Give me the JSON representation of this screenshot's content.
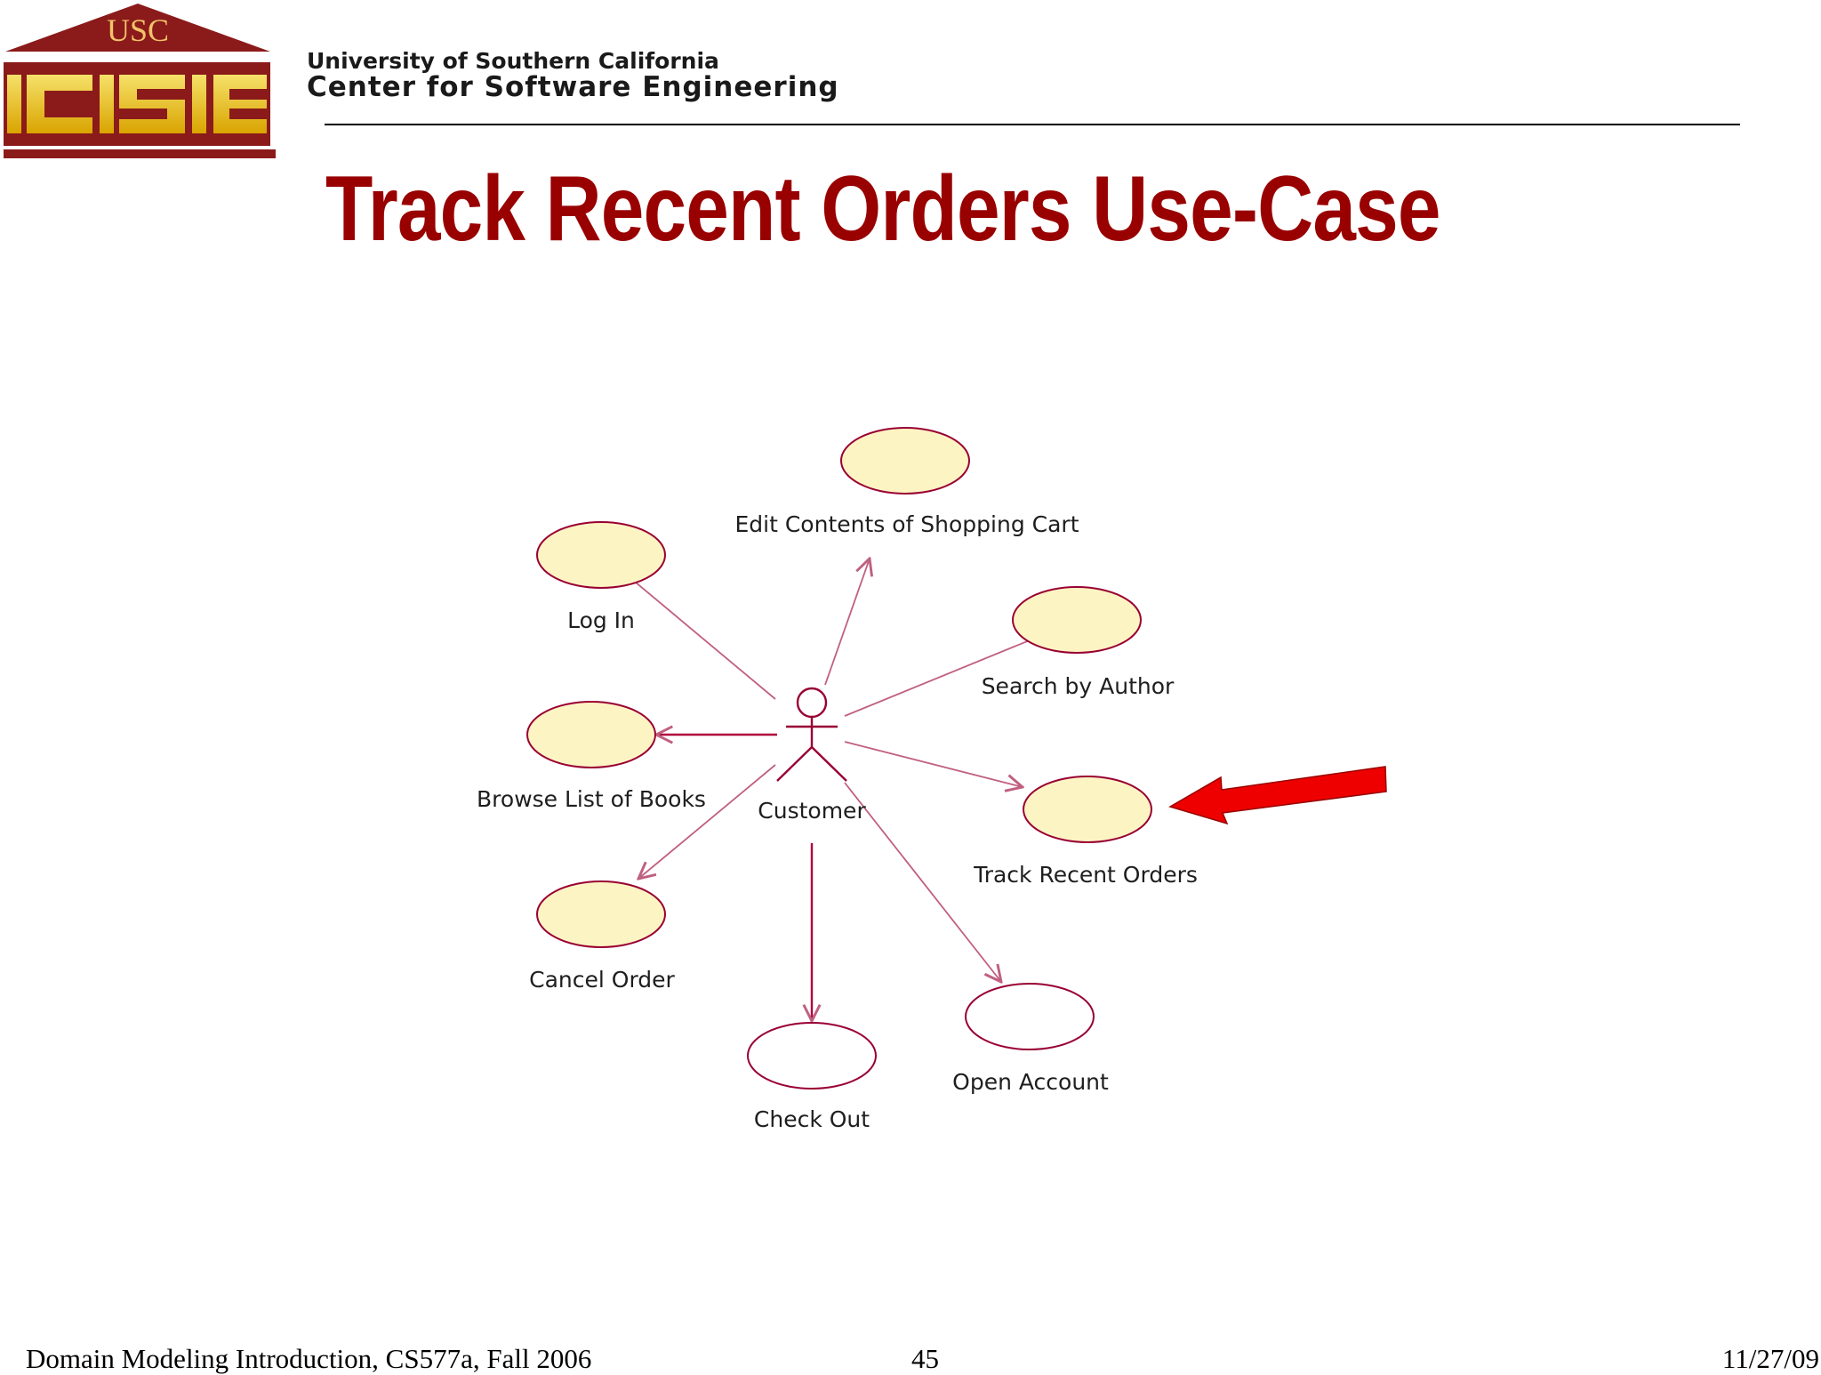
{
  "header": {
    "logo_top_text": "USC",
    "logo_letters": "CSE",
    "institution": "University of Southern California",
    "center": "Center for Software  Engineering"
  },
  "slide_title": "Track Recent Orders Use-Case",
  "diagram": {
    "actor": "Customer",
    "use_cases": {
      "edit_cart": "Edit Contents of Shopping Cart",
      "log_in": "Log In",
      "search_author": "Search by Author",
      "browse_books": "Browse List of Books",
      "track_orders": "Track Recent Orders",
      "cancel_order": "Cancel Order",
      "check_out": "Check Out",
      "open_account": "Open Account"
    },
    "highlighted_use_case": "Track Recent Orders",
    "colors": {
      "use_case_fill": "#fdf4c3",
      "use_case_stroke": "#990033",
      "link": "#c06080",
      "highlight_arrow": "#ee0000"
    }
  },
  "footer": {
    "left": "Domain Modeling Introduction, CS577a, Fall 2006",
    "page_number": "45",
    "date": "11/27/09"
  }
}
